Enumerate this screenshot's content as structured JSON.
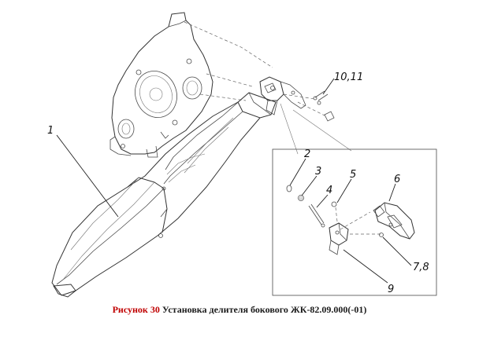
{
  "caption": {
    "label": "Рисунок 30",
    "text": "Установка делителя бокового ЖК-82.09.000(-01)"
  },
  "callouts": {
    "c1": "1",
    "c2": "2",
    "c3": "3",
    "c4": "4",
    "c5": "5",
    "c6": "6",
    "c78": "7,8",
    "c9": "9",
    "c1011": "10,11"
  }
}
